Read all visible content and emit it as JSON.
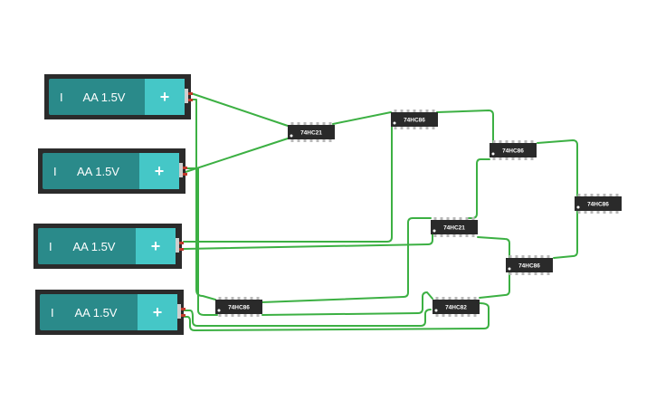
{
  "batteries": [
    {
      "minus": "I",
      "label": "AA 1.5V",
      "plus": "+"
    },
    {
      "minus": "I",
      "label": "AA 1.5V",
      "plus": "+"
    },
    {
      "minus": "I",
      "label": "AA 1.5V",
      "plus": "+"
    },
    {
      "minus": "I",
      "label": "AA 1.5V",
      "plus": "+"
    }
  ],
  "chips": [
    {
      "label": "74HC21"
    },
    {
      "label": "74HC86"
    },
    {
      "label": "74HC86"
    },
    {
      "label": "74HC86"
    },
    {
      "label": "74HC21"
    },
    {
      "label": "74HC86"
    },
    {
      "label": "74HC86"
    },
    {
      "label": "74HC82"
    }
  ],
  "colors": {
    "wire": "#3cb043",
    "battery_case": "#2b2b2b",
    "battery_body": "#2a8a8a",
    "battery_cap": "#45c7c7",
    "chip_body": "#2a2a2a",
    "chip_pin": "#b8b8b8",
    "terminal_red": "#c0392b"
  }
}
